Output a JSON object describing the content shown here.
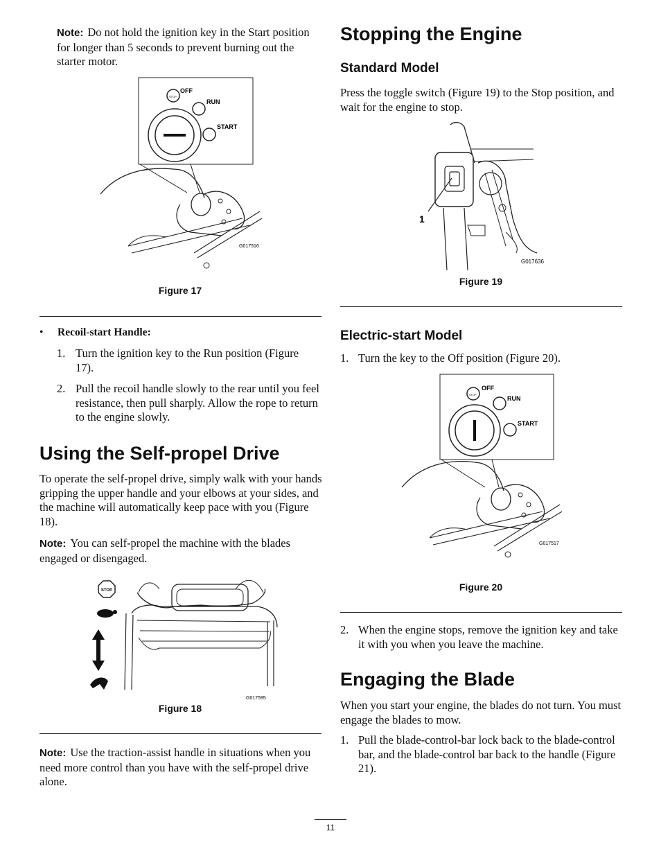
{
  "left": {
    "note1": {
      "label": "Note:",
      "text": "Do not hold the ignition key in the Start position for longer than 5 seconds to prevent burning out the starter motor."
    },
    "fig17": {
      "caption": "Figure 17",
      "code": "G017516",
      "labels": {
        "off": "OFF",
        "run": "RUN",
        "start": "START",
        "stop": "STOP"
      }
    },
    "recoil": {
      "bullet": "•",
      "title": "Recoil-start Handle:",
      "steps": [
        {
          "num": "1.",
          "text": "Turn the ignition key to the Run position (Figure 17)."
        },
        {
          "num": "2.",
          "text": "Pull the recoil handle slowly to the rear until you feel resistance, then pull sharply. Allow the rope to return to the engine slowly."
        }
      ]
    },
    "selfpropel": {
      "title": "Using the Self-propel Drive",
      "body": "To operate the self-propel drive, simply walk with your hands gripping the upper handle and your elbows at your sides, and the machine will automatically keep pace with you (Figure 18).",
      "note_label": "Note:",
      "note_text": "You can self-propel the machine with the blades engaged or disengaged."
    },
    "fig18": {
      "caption": "Figure 18",
      "code": "G017595",
      "stop": "STOP"
    },
    "note2": {
      "label": "Note:",
      "text": "Use the traction-assist handle in situations when you need more control than you have with the self-propel drive alone."
    }
  },
  "right": {
    "stopping": {
      "title": "Stopping the Engine",
      "standard_title": "Standard Model",
      "standard_body": "Press the toggle switch (Figure 19) to the Stop position, and wait for the engine to stop."
    },
    "fig19": {
      "caption": "Figure 19",
      "code": "G017636",
      "callout": "1"
    },
    "electric": {
      "title": "Electric-start Model",
      "step1_num": "1.",
      "step1": "Turn the key to the Off position (Figure 20)."
    },
    "fig20": {
      "caption": "Figure 20",
      "code": "G017517",
      "labels": {
        "off": "OFF",
        "run": "RUN",
        "start": "START",
        "stop": "STOP"
      }
    },
    "step2_num": "2.",
    "step2": "When the engine stops, remove the ignition key and take it with you when you leave the machine.",
    "blade": {
      "title": "Engaging the Blade",
      "body": "When you start your engine, the blades do not turn. You must engage the blades to mow.",
      "step1_num": "1.",
      "step1": "Pull the blade-control-bar lock back to the blade-control bar, and the blade-control bar back to the handle (Figure 21)."
    }
  },
  "footer": {
    "page_number": "11"
  }
}
